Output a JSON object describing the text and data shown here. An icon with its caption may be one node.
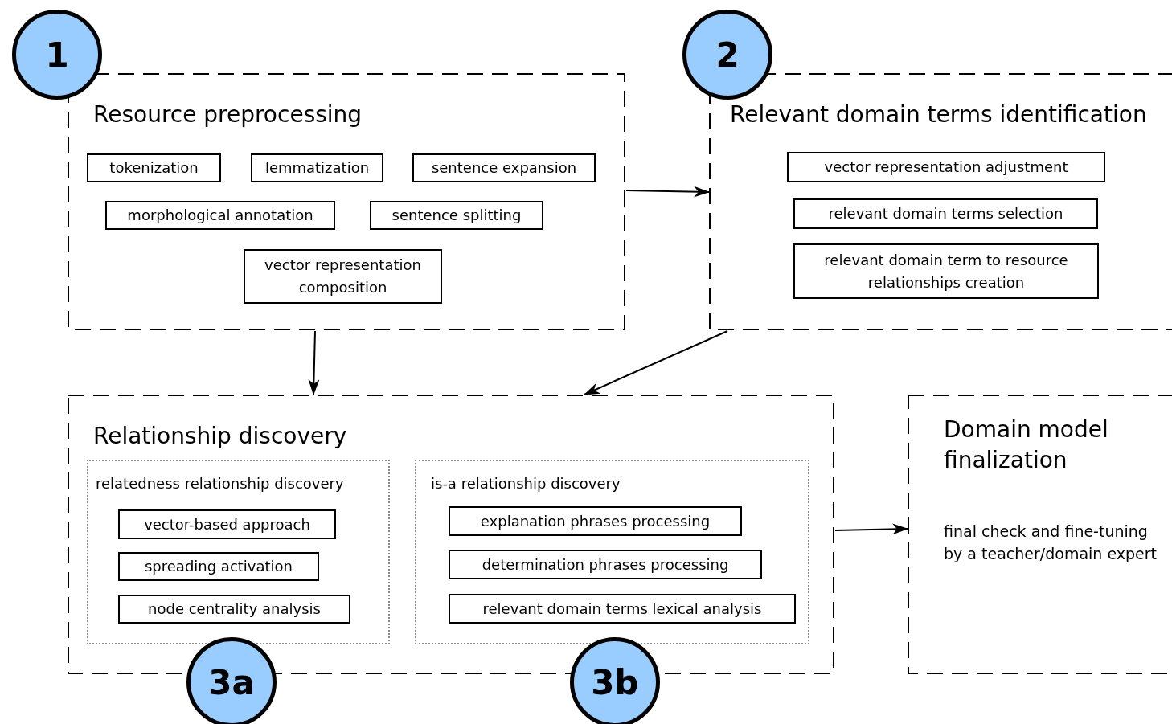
{
  "diagram": {
    "nodes": [
      {
        "text": [
          "Resource preprocessing"
        ]
      },
      {
        "text": [
          "tokenization"
        ],
        "in": 0
      },
      {
        "text": [
          "lemmatization"
        ],
        "in": 0
      },
      {
        "text": [
          "sentence expansion"
        ],
        "in": 0
      },
      {
        "text": [
          "morphological annotation"
        ],
        "in": 0
      },
      {
        "text": [
          "sentence splitting"
        ],
        "in": 0
      },
      {
        "text": [
          "vector representation composition"
        ],
        "in": 0
      },
      {
        "text": [
          "Relevant domain terms identification"
        ]
      },
      {
        "text": [
          "vector representation adjustment"
        ],
        "in": 7
      },
      {
        "text": [
          "relevant domain terms selection"
        ],
        "in": 7
      },
      {
        "text": [
          "relevant domain term to resource relationships creation"
        ],
        "in": 7
      },
      {
        "text": [
          "Relationship discovery"
        ]
      },
      {
        "text": [
          "relatedness relationship discovery"
        ],
        "in": 11
      },
      {
        "text": [
          "vector-based approach"
        ],
        "in": 12
      },
      {
        "text": [
          "spreading activation"
        ],
        "in": 12
      },
      {
        "text": [
          "node centrality analysis"
        ],
        "in": 12
      },
      {
        "text": [
          "is-a relationship discovery"
        ],
        "in": 11
      },
      {
        "text": [
          "explanation phrases processing"
        ],
        "in": 16
      },
      {
        "text": [
          "determination phrases processing"
        ],
        "in": 16
      },
      {
        "text": [
          "relevant domain terms lexical analysis"
        ],
        "in": 16
      },
      {
        "text": [
          "Domain model finalization",
          "final check and fine-tuning by a teacher/domain expert"
        ]
      },
      {
        "text": [
          "1"
        ]
      },
      {
        "text": [
          "2"
        ]
      },
      {
        "text": [
          "3a"
        ]
      },
      {
        "text": [
          "3b"
        ]
      }
    ],
    "edges": [
      {
        "from": 0,
        "to": 7,
        "arrow": "to"
      },
      {
        "from": 0,
        "to": 11,
        "arrow": "to"
      },
      {
        "from": 7,
        "to": 11,
        "arrow": "to"
      },
      {
        "from": 11,
        "to": 20,
        "arrow": "to"
      }
    ]
  }
}
